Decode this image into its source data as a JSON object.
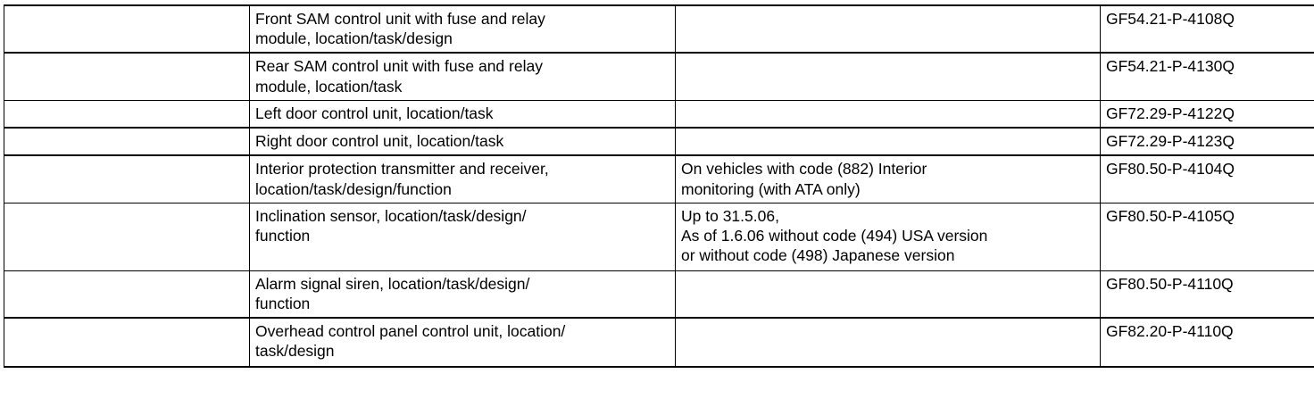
{
  "document": {
    "type": "specification-reference-table",
    "columns": 4,
    "row_count": 8
  },
  "table": {
    "columns": [
      {
        "key": "marker",
        "label": ""
      },
      {
        "key": "description",
        "label": ""
      },
      {
        "key": "condition",
        "label": ""
      },
      {
        "key": "document_number",
        "label": ""
      }
    ],
    "rows": [
      {
        "marker": "",
        "description": "Front SAM control unit with fuse and relay\nmodule, location/task/design",
        "condition": "",
        "document_number": "GF54.21-P-4108Q"
      },
      {
        "marker": "",
        "description": "Rear SAM control unit with fuse and relay\nmodule, location/task",
        "condition": "",
        "document_number": "GF54.21-P-4130Q"
      },
      {
        "marker": "",
        "description": "Left door control unit, location/task",
        "condition": "",
        "document_number": "GF72.29-P-4122Q"
      },
      {
        "marker": "",
        "description": "Right door control unit, location/task",
        "condition": "",
        "document_number": "GF72.29-P-4123Q"
      },
      {
        "marker": "",
        "description": "Interior protection transmitter and receiver,\nlocation/task/design/function",
        "condition": "On vehicles with code (882) Interior\nmonitoring (with ATA only)",
        "document_number": "GF80.50-P-4104Q"
      },
      {
        "marker": "",
        "description": "Inclination sensor, location/task/design/\nfunction",
        "condition": "Up to 31.5.06,\nAs of 1.6.06 without code (494) USA version\nor without code (498) Japanese version",
        "document_number": "GF80.50-P-4105Q"
      },
      {
        "marker": "",
        "description": "Alarm signal siren, location/task/design/\nfunction",
        "condition": "",
        "document_number": "GF80.50-P-4110Q"
      },
      {
        "marker": "",
        "description": "Overhead control panel control unit, location/\ntask/design",
        "condition": "",
        "document_number": "GF82.20-P-4110Q"
      }
    ]
  },
  "colors": {
    "text": "#000000",
    "rule": "#000000",
    "background": "#ffffff"
  }
}
